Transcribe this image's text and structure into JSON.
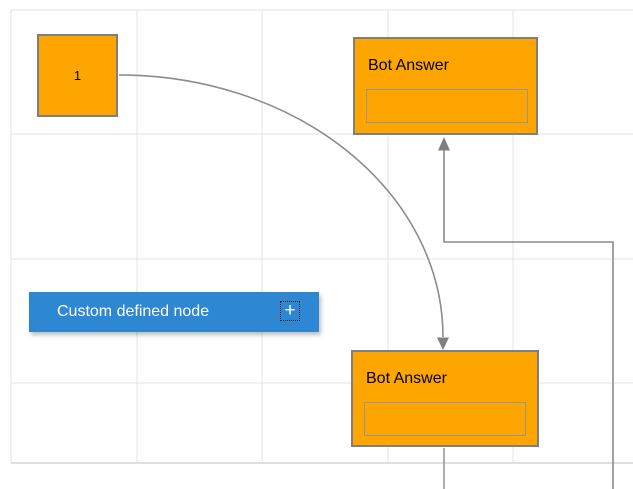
{
  "canvas": {
    "background": "#ffffff",
    "grid_color": "#e3e3e3"
  },
  "nodes": {
    "start": {
      "label": "1",
      "fill": "#FFA500",
      "border": "#7f7f7f"
    },
    "bot_answer_top": {
      "title": "Bot Answer",
      "fill": "#FFA500",
      "border": "#7f7f7f",
      "input_value": ""
    },
    "bot_answer_bottom": {
      "title": "Bot Answer",
      "fill": "#FFA500",
      "border": "#7f7f7f",
      "input_value": ""
    },
    "custom": {
      "label": "Custom defined node",
      "fill": "#2D87D3",
      "text_color": "#ffffff",
      "plus_icon": "+"
    }
  },
  "connectors": {
    "color": "#8c8c8c",
    "arrow_color": "#7f7f7f"
  }
}
